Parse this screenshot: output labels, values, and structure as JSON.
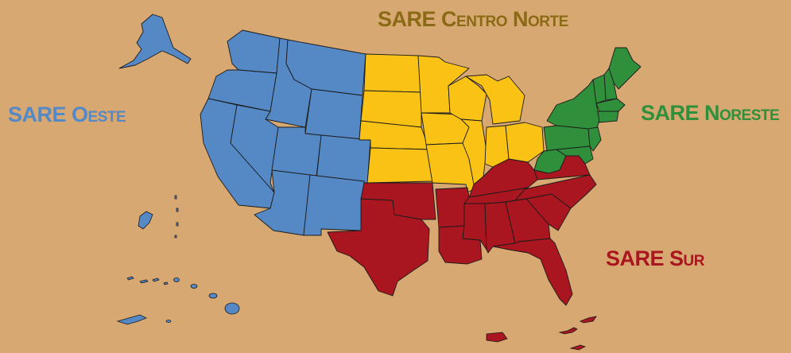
{
  "map": {
    "colors": {
      "background": "#d8a872",
      "west": "#5489c6",
      "north_central": "#f9c215",
      "northeast": "#2f8f3a",
      "south": "#a9161f",
      "north_central_label": "#8a6a14",
      "border": "#1b1b1b"
    },
    "regions": {
      "west": {
        "label_main": "SARE",
        "label_rest": " Oeste"
      },
      "north_central": {
        "label_main": "SARE",
        "label_rest": " Centro Norte"
      },
      "northeast": {
        "label_main": "SARE",
        "label_rest": " Noreste"
      },
      "south": {
        "label_main": "SARE",
        "label_rest": " Sur"
      }
    }
  }
}
